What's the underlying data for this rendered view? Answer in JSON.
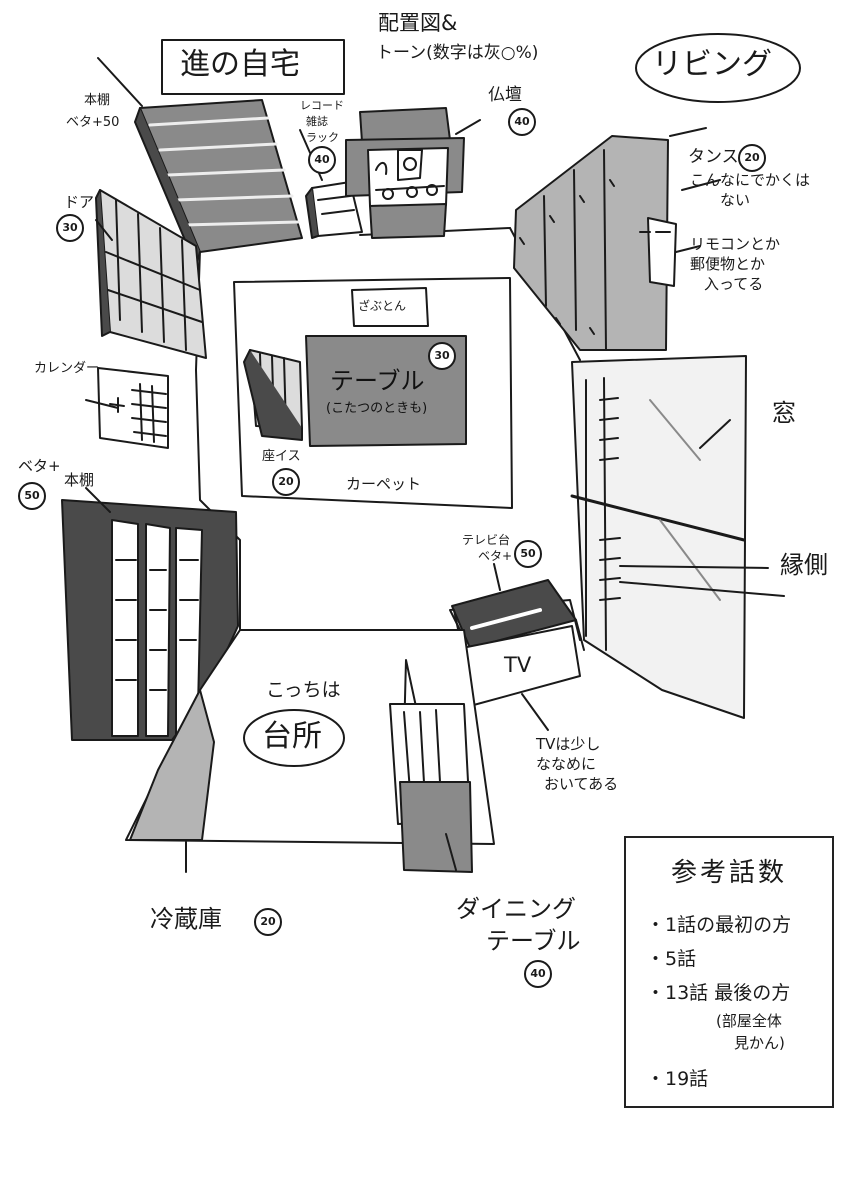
{
  "title": {
    "home": "進の自宅",
    "layout_line1": "配置図&",
    "layout_line2": "トーン(数字は灰○%)",
    "room": "リビング"
  },
  "labels": {
    "bookshelf_top": "本棚",
    "bookshelf_top_tone": "ベタ+50",
    "record_rack_1": "レコード",
    "record_rack_2": "雑誌",
    "record_rack_3": "ラック",
    "record_rack_tone": "40",
    "butsudan": "仏壇",
    "butsudan_tone": "40",
    "door": "ドア",
    "door_tone": "30",
    "tansu": "タンス",
    "tansu_tone": "20",
    "tansu_note_1": "こんなにでかくは",
    "tansu_note_2": "ない",
    "remote_note_1": "リモコンとか",
    "remote_note_2": "郵便物とか",
    "remote_note_3": "入ってる",
    "zabuton": "ざぶとん",
    "table": "テーブル",
    "table_sub": "(こたつのときも)",
    "table_tone": "30",
    "zaisu": "座イス",
    "zaisu_tone": "20",
    "carpet": "カーペット",
    "calendar": "カレンダー",
    "bookshelf_left_tone_1": "ベタ+",
    "bookshelf_left": "本棚",
    "bookshelf_left_tone": "50",
    "window": "窓",
    "engawa": "縁側",
    "tv_stand_1": "テレビ台",
    "tv_stand_2": "ベタ+",
    "tv_stand_tone": "50",
    "tv": "TV",
    "tv_note_1": "TVは少し",
    "tv_note_2": "ななめに",
    "tv_note_3": "おいてある",
    "kitchen_pre": "こっちは",
    "kitchen": "台所",
    "fridge": "冷蔵庫",
    "fridge_tone": "20",
    "dining_1": "ダイニング",
    "dining_2": "テーブル",
    "dining_tone": "40"
  },
  "reference": {
    "title": "参考話数",
    "items": [
      "・1話の最初の方",
      "・5話",
      "・13話 最後の方",
      "(部屋全体",
      "見かん)",
      "・19話"
    ]
  },
  "tones": {
    "light": "#dcdcdc",
    "mid": "#b4b4b4",
    "dark": "#8a8a8a",
    "black": "#4a4a4a"
  }
}
